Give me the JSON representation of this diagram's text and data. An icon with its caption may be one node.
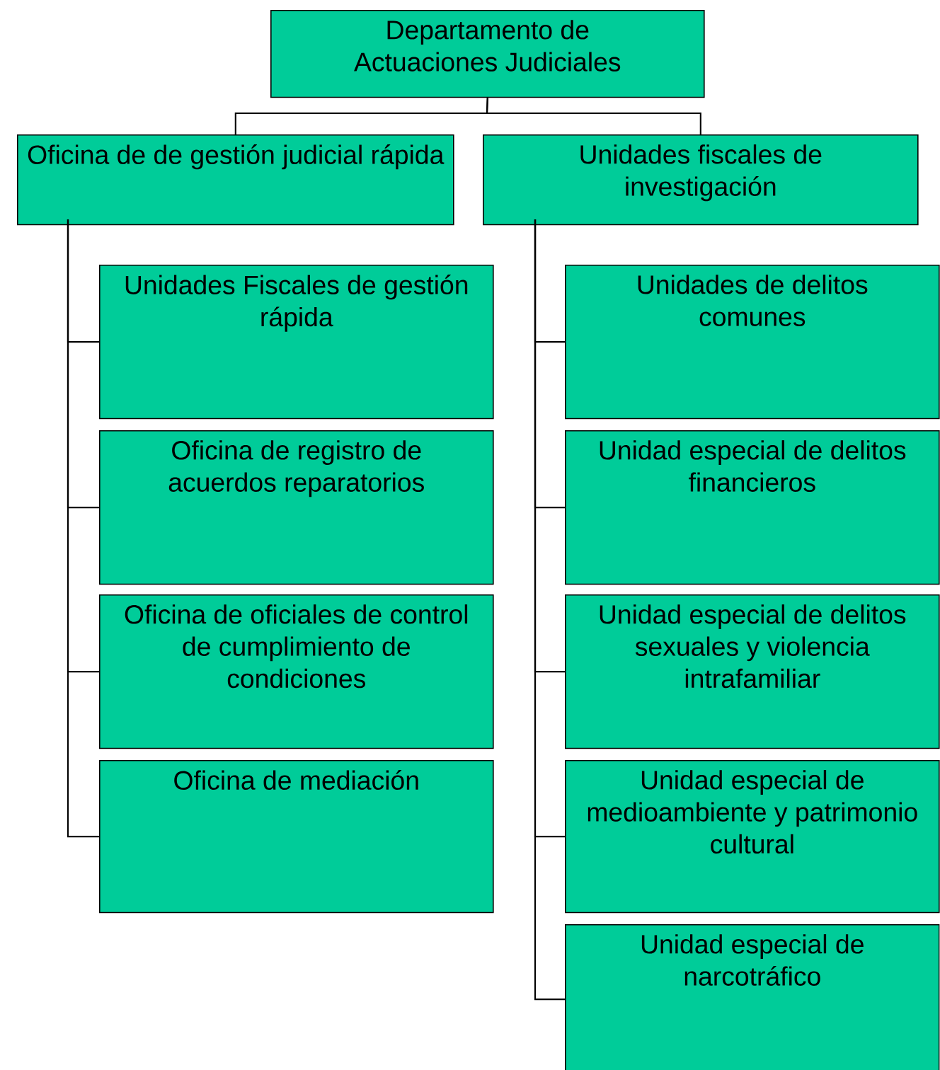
{
  "diagram": {
    "nodes": [
      {
        "text": [
          "Departamento de Actuaciones Judiciales"
        ]
      },
      {
        "text": [
          "Oficina de de gestión judicial rápida"
        ]
      },
      {
        "text": [
          "Unidades fiscales de investigación"
        ]
      },
      {
        "text": [
          "Unidades Fiscales de gestión rápida"
        ]
      },
      {
        "text": [
          "Oficina de registro de acuerdos reparatorios"
        ]
      },
      {
        "text": [
          "Oficina de oficiales de control de cumplimiento de condiciones"
        ]
      },
      {
        "text": [
          "Oficina de mediación"
        ]
      },
      {
        "text": [
          "Unidades de delitos comunes"
        ]
      },
      {
        "text": [
          "Unidad especial de delitos financieros"
        ]
      },
      {
        "text": [
          "Unidad especial de delitos sexuales y violencia intrafamiliar"
        ]
      },
      {
        "text": [
          "Unidad especial de medioambiente y patrimonio cultural"
        ]
      },
      {
        "text": [
          "Unidad especial de narcotráfico"
        ]
      }
    ],
    "edges": [
      {
        "from": 0,
        "to": 1,
        "arrow": "none"
      },
      {
        "from": 0,
        "to": 2,
        "arrow": "none"
      },
      {
        "from": 1,
        "to": 3,
        "arrow": "none"
      },
      {
        "from": 1,
        "to": 4,
        "arrow": "none"
      },
      {
        "from": 1,
        "to": 5,
        "arrow": "none"
      },
      {
        "from": 1,
        "to": 6,
        "arrow": "none"
      },
      {
        "from": 2,
        "to": 7,
        "arrow": "none"
      },
      {
        "from": 2,
        "to": 8,
        "arrow": "none"
      },
      {
        "from": 2,
        "to": 9,
        "arrow": "none"
      },
      {
        "from": 2,
        "to": 10,
        "arrow": "none"
      },
      {
        "from": 2,
        "to": 11,
        "arrow": "none"
      }
    ]
  }
}
